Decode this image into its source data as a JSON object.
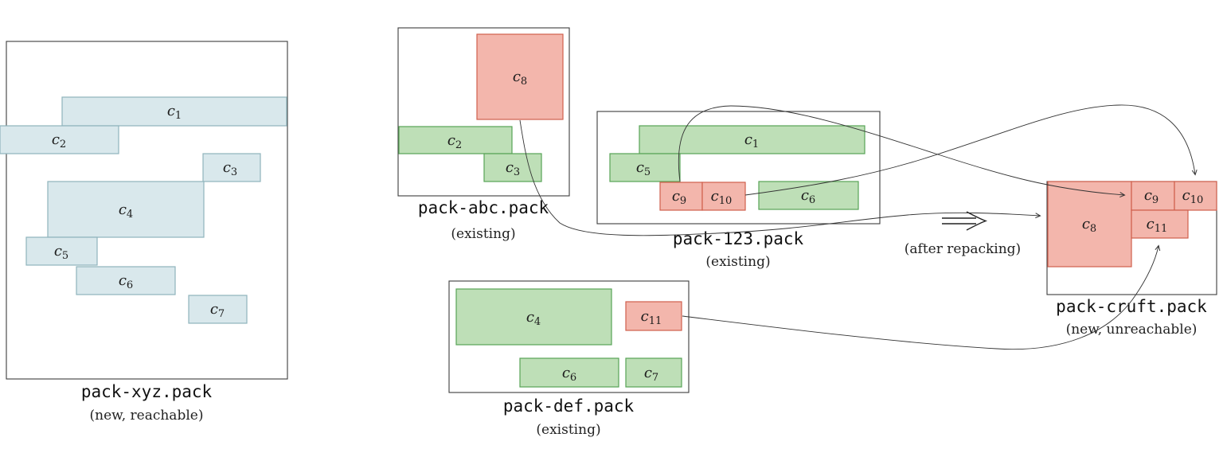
{
  "packs": {
    "xyz": {
      "name": "pack-xyz.pack",
      "status": "(new, reachable)",
      "chunks": [
        {
          "base": "c",
          "sub": "1"
        },
        {
          "base": "c",
          "sub": "2"
        },
        {
          "base": "c",
          "sub": "3"
        },
        {
          "base": "c",
          "sub": "4"
        },
        {
          "base": "c",
          "sub": "5"
        },
        {
          "base": "c",
          "sub": "6"
        },
        {
          "base": "c",
          "sub": "7"
        }
      ]
    },
    "abc": {
      "name": "pack-abc.pack",
      "status": "(existing)",
      "chunks": [
        {
          "base": "c",
          "sub": "8"
        },
        {
          "base": "c",
          "sub": "2"
        },
        {
          "base": "c",
          "sub": "3"
        }
      ]
    },
    "pack123": {
      "name": "pack-123.pack",
      "status": "(existing)",
      "chunks": [
        {
          "base": "c",
          "sub": "1"
        },
        {
          "base": "c",
          "sub": "5"
        },
        {
          "base": "c",
          "sub": "9"
        },
        {
          "base": "c",
          "sub": "10"
        },
        {
          "base": "c",
          "sub": "6"
        }
      ]
    },
    "def": {
      "name": "pack-def.pack",
      "status": "(existing)",
      "chunks": [
        {
          "base": "c",
          "sub": "4"
        },
        {
          "base": "c",
          "sub": "11"
        },
        {
          "base": "c",
          "sub": "6"
        },
        {
          "base": "c",
          "sub": "7"
        }
      ]
    },
    "cruft": {
      "name": "pack-cruft.pack",
      "status": "(new, unreachable)",
      "chunks": [
        {
          "base": "c",
          "sub": "8"
        },
        {
          "base": "c",
          "sub": "9"
        },
        {
          "base": "c",
          "sub": "10"
        },
        {
          "base": "c",
          "sub": "11"
        }
      ]
    }
  },
  "transition": {
    "label": "(after repacking)",
    "icon": "implies-double-arrow"
  },
  "arrows": [
    {
      "from": "pack-abc c8",
      "to": "pack-cruft c8"
    },
    {
      "from": "pack-123 c9",
      "to": "pack-cruft c9"
    },
    {
      "from": "pack-123 c10",
      "to": "pack-cruft c10"
    },
    {
      "from": "pack-def c11",
      "to": "pack-cruft c11"
    }
  ],
  "colors": {
    "reachable_fill": "#d9e8ec",
    "reachable_stroke": "#8fb3bc",
    "existing_fill": "#bedfb7",
    "existing_stroke": "#57a356",
    "unreachable_fill": "#f3b6ac",
    "unreachable_stroke": "#cf5f4d",
    "box_stroke": "#3c3c3c",
    "arrow_stroke": "#333333"
  }
}
